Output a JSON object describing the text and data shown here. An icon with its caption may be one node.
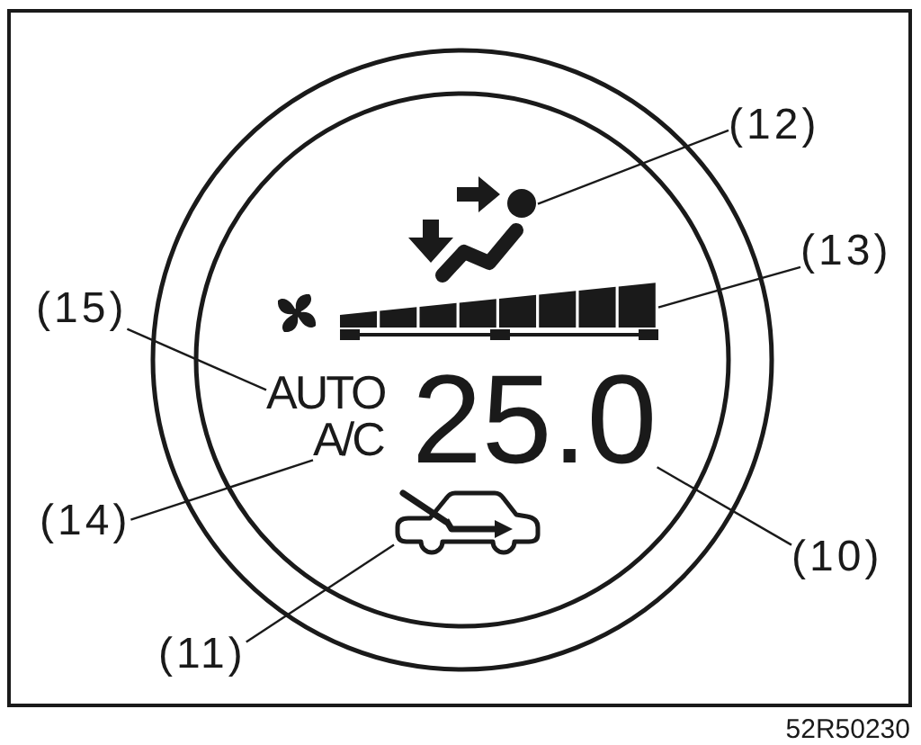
{
  "diagram": {
    "nodes": [
      {
        "text": [
          "(12)"
        ]
      },
      {
        "text": [],
        "shape": "picture"
      },
      {
        "text": [
          "(13)"
        ]
      },
      {
        "text": [],
        "shape": "bar"
      },
      {
        "text": [
          "(15)"
        ]
      },
      {
        "text": [
          "AUTO"
        ]
      },
      {
        "text": [
          "25.0"
        ]
      },
      {
        "text": [
          "A/C"
        ]
      },
      {
        "text": [
          "(14)"
        ]
      },
      {
        "text": [
          "(10)"
        ]
      },
      {
        "text": [],
        "shape": "picture"
      },
      {
        "text": [
          "(11)"
        ]
      }
    ],
    "edges": [
      {
        "from": 0,
        "to": 1,
        "arrow": "none"
      },
      {
        "from": 2,
        "to": 3,
        "arrow": "none"
      },
      {
        "from": 4,
        "to": 5,
        "arrow": "none"
      },
      {
        "from": 8,
        "to": 7,
        "arrow": "none"
      },
      {
        "from": 9,
        "to": 6,
        "arrow": "none"
      },
      {
        "from": 11,
        "to": 10,
        "arrow": "none"
      }
    ],
    "labels": [
      "52R50230"
    ]
  }
}
